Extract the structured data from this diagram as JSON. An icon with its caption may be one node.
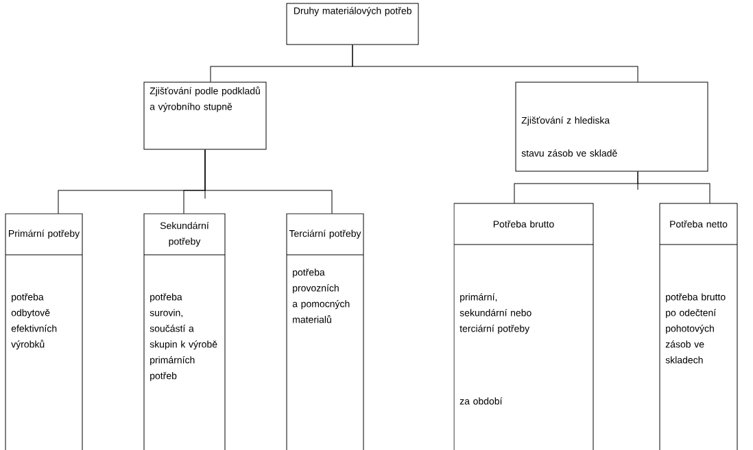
{
  "diagram": {
    "nodes": [
      {
        "text": [
          "Druhy materiálových potřeb"
        ]
      },
      {
        "text": [
          "Zjišťování podle podkladů a výrobního stupně"
        ]
      },
      {
        "text": [
          "Zjišťování z hlediska",
          "stavu zásob ve skladě"
        ]
      },
      {
        "text": [
          "Primární potřeby",
          "potřeba odbytově efektivních výrobků"
        ]
      },
      {
        "text": [
          "Sekundární potřeby",
          "potřeba surovin, součástí a skupin k výrobě primárních potřeb"
        ]
      },
      {
        "text": [
          "Terciární potřeby",
          "potřeba provozních a pomocných materialů"
        ]
      },
      {
        "text": [
          "Potřeba brutto",
          "primární, sekundární nebo terciární potřeby",
          "za období"
        ]
      },
      {
        "text": [
          "Potřeba netto",
          "potřeba brutto po odečtení pohotových zásob ve skladech"
        ]
      }
    ],
    "edges": [
      {
        "from": 0,
        "to": 1,
        "arrow": "none"
      },
      {
        "from": 0,
        "to": 2,
        "arrow": "none"
      },
      {
        "from": 1,
        "to": 3,
        "arrow": "none"
      },
      {
        "from": 1,
        "to": 4,
        "arrow": "none"
      },
      {
        "from": 1,
        "to": 5,
        "arrow": "none"
      },
      {
        "from": 2,
        "to": 6,
        "arrow": "none"
      },
      {
        "from": 2,
        "to": 7,
        "arrow": "none"
      }
    ]
  }
}
